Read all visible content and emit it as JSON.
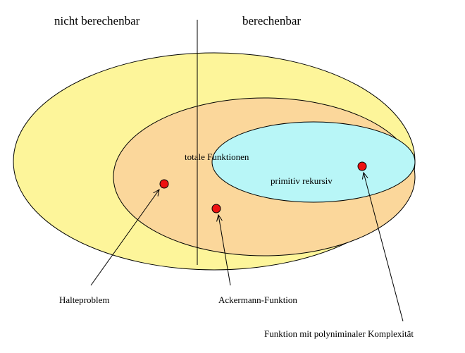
{
  "labels": {
    "not_computable": "nicht berechenbar",
    "computable": "berechenbar",
    "total_functions": "totale Funktionen",
    "primitive_recursive": "primitiv rekursiv",
    "halting_problem": "Halteproblem",
    "ackermann": "Ackermann-Funktion",
    "polynomial": "Funktion mit polyniminaler Komplexität"
  },
  "colors": {
    "outer_set": "#fdf59a",
    "total_set": "#fbd79b",
    "primitive_set": "#b8f6f7",
    "point": "#ee1111",
    "stroke": "#000000"
  }
}
